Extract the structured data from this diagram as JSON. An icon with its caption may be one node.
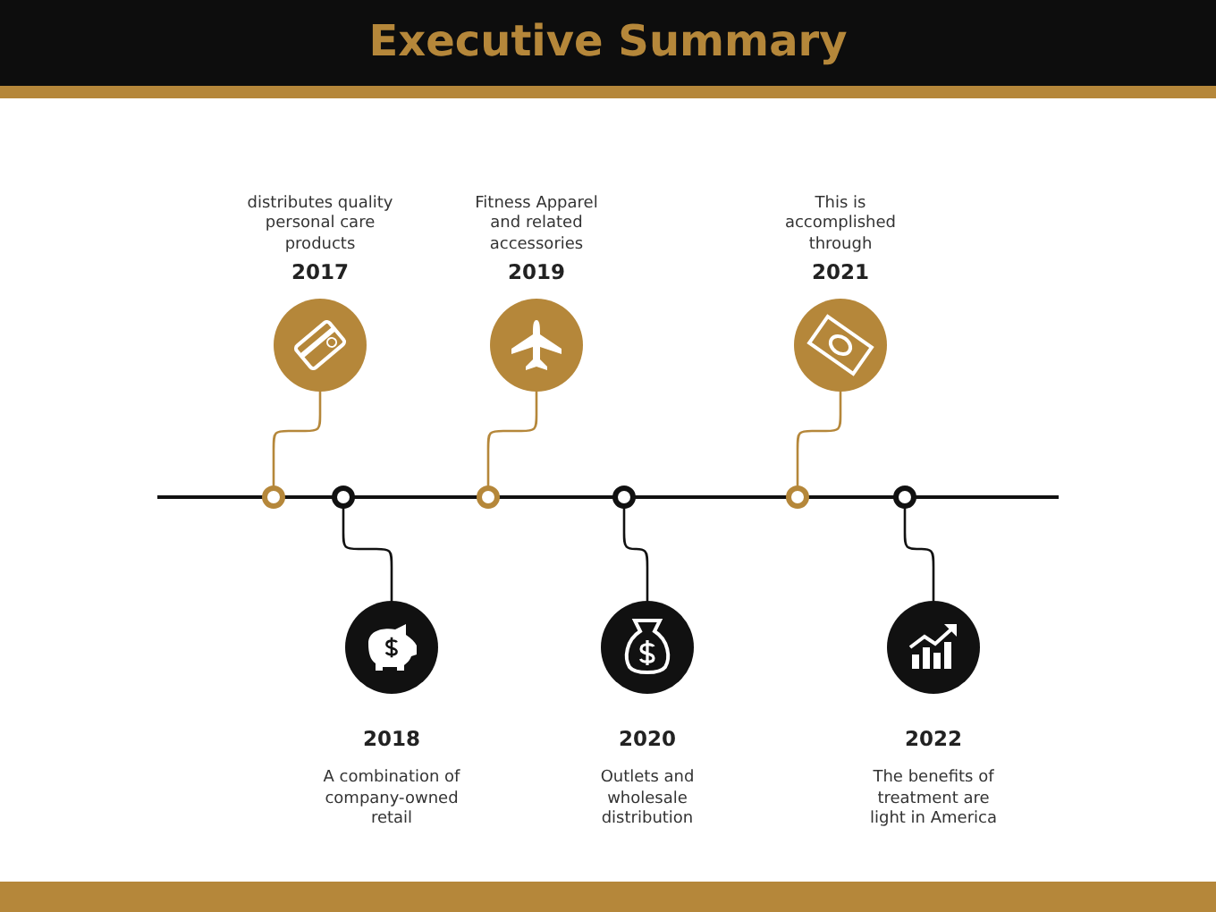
{
  "diagram": {
    "title": "Executive Summary",
    "nodes": [
      {
        "text": [
          "distributes quality personal care products",
          "2017"
        ]
      },
      {
        "text": [
          "2018",
          "A combination of company-owned retail"
        ]
      },
      {
        "text": [
          "Fitness Apparel and related accessories",
          "2019"
        ]
      },
      {
        "text": [
          "2020",
          "Outlets and wholesale distribution"
        ]
      },
      {
        "text": [
          "This is accomplished through",
          "2021"
        ]
      },
      {
        "text": [
          "2022",
          "The benefits of treatment are light in America"
        ]
      },
      {
        "text": [],
        "shape": "circle"
      },
      {
        "text": [],
        "shape": "circle"
      },
      {
        "text": [],
        "shape": "circle"
      },
      {
        "text": [],
        "shape": "circle"
      },
      {
        "text": [],
        "shape": "circle"
      },
      {
        "text": [],
        "shape": "circle"
      }
    ],
    "edges": [
      {
        "from": 6,
        "to": 0,
        "arrow": "none",
        "color": "#b5873a"
      },
      {
        "from": 7,
        "to": 1,
        "arrow": "none",
        "color": "#111111"
      },
      {
        "from": 8,
        "to": 2,
        "arrow": "none",
        "color": "#b5873a"
      },
      {
        "from": 9,
        "to": 3,
        "arrow": "none",
        "color": "#111111"
      },
      {
        "from": 10,
        "to": 4,
        "arrow": "none",
        "color": "#b5873a"
      },
      {
        "from": 11,
        "to": 5,
        "arrow": "none",
        "color": "#111111"
      }
    ]
  }
}
